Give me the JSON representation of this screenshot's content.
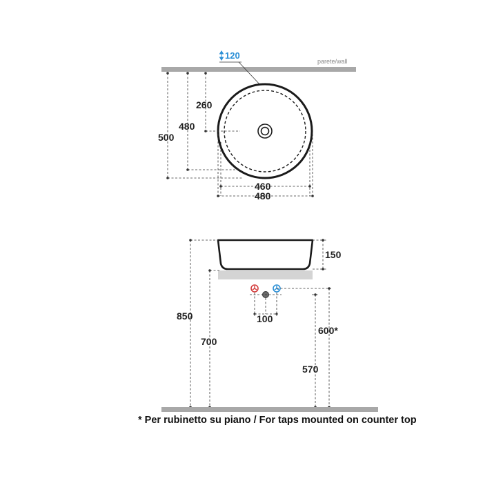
{
  "top_view": {
    "wall_label": "parete/wall",
    "tap_distance": "120",
    "dim_260": "260",
    "dim_480_depth": "480",
    "dim_500": "500",
    "dim_460": "460",
    "dim_480_width": "480"
  },
  "front_view": {
    "dim_150": "150",
    "dim_850": "850",
    "dim_700": "700",
    "dim_100": "100",
    "dim_600": "600*",
    "dim_570": "570"
  },
  "footnote": "* Per rubinetto su piano / For taps mounted on counter top",
  "colors": {
    "wall": "#a8a8a8",
    "counter": "#d4d4d4",
    "line": "#1a1a1a",
    "accent_blue": "#2b8fd6",
    "hot_red": "#d33c3c",
    "cold_blue": "#2b8fd6"
  }
}
